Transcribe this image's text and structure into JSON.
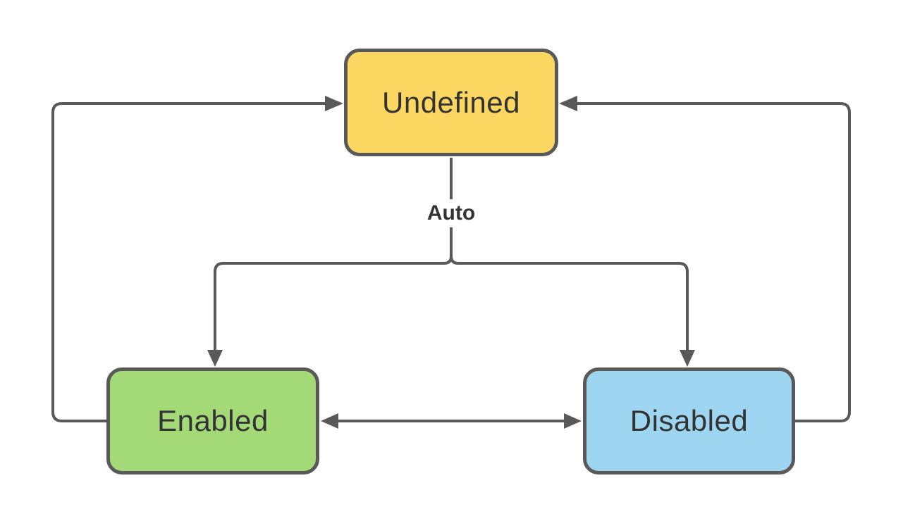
{
  "diagram": {
    "background_color": "#ffffff",
    "line_color": "#595959",
    "text_color": "#333333",
    "nodes": [
      {
        "id": "undefined",
        "label": "Undefined",
        "fill": "#FCD862"
      },
      {
        "id": "enabled",
        "label": "Enabled",
        "fill": "#A3D977"
      },
      {
        "id": "disabled",
        "label": "Disabled",
        "fill": "#9ED5F0"
      }
    ],
    "edges": [
      {
        "from": "undefined",
        "to": "enabled",
        "label": "Auto",
        "type": "branch"
      },
      {
        "from": "undefined",
        "to": "disabled",
        "label": "Auto",
        "type": "branch"
      },
      {
        "from": "enabled",
        "to": "undefined",
        "label": ""
      },
      {
        "from": "disabled",
        "to": "undefined",
        "label": ""
      },
      {
        "from": "enabled",
        "to": "disabled",
        "label": "",
        "bidirectional": true
      }
    ],
    "auto_label": "Auto"
  }
}
